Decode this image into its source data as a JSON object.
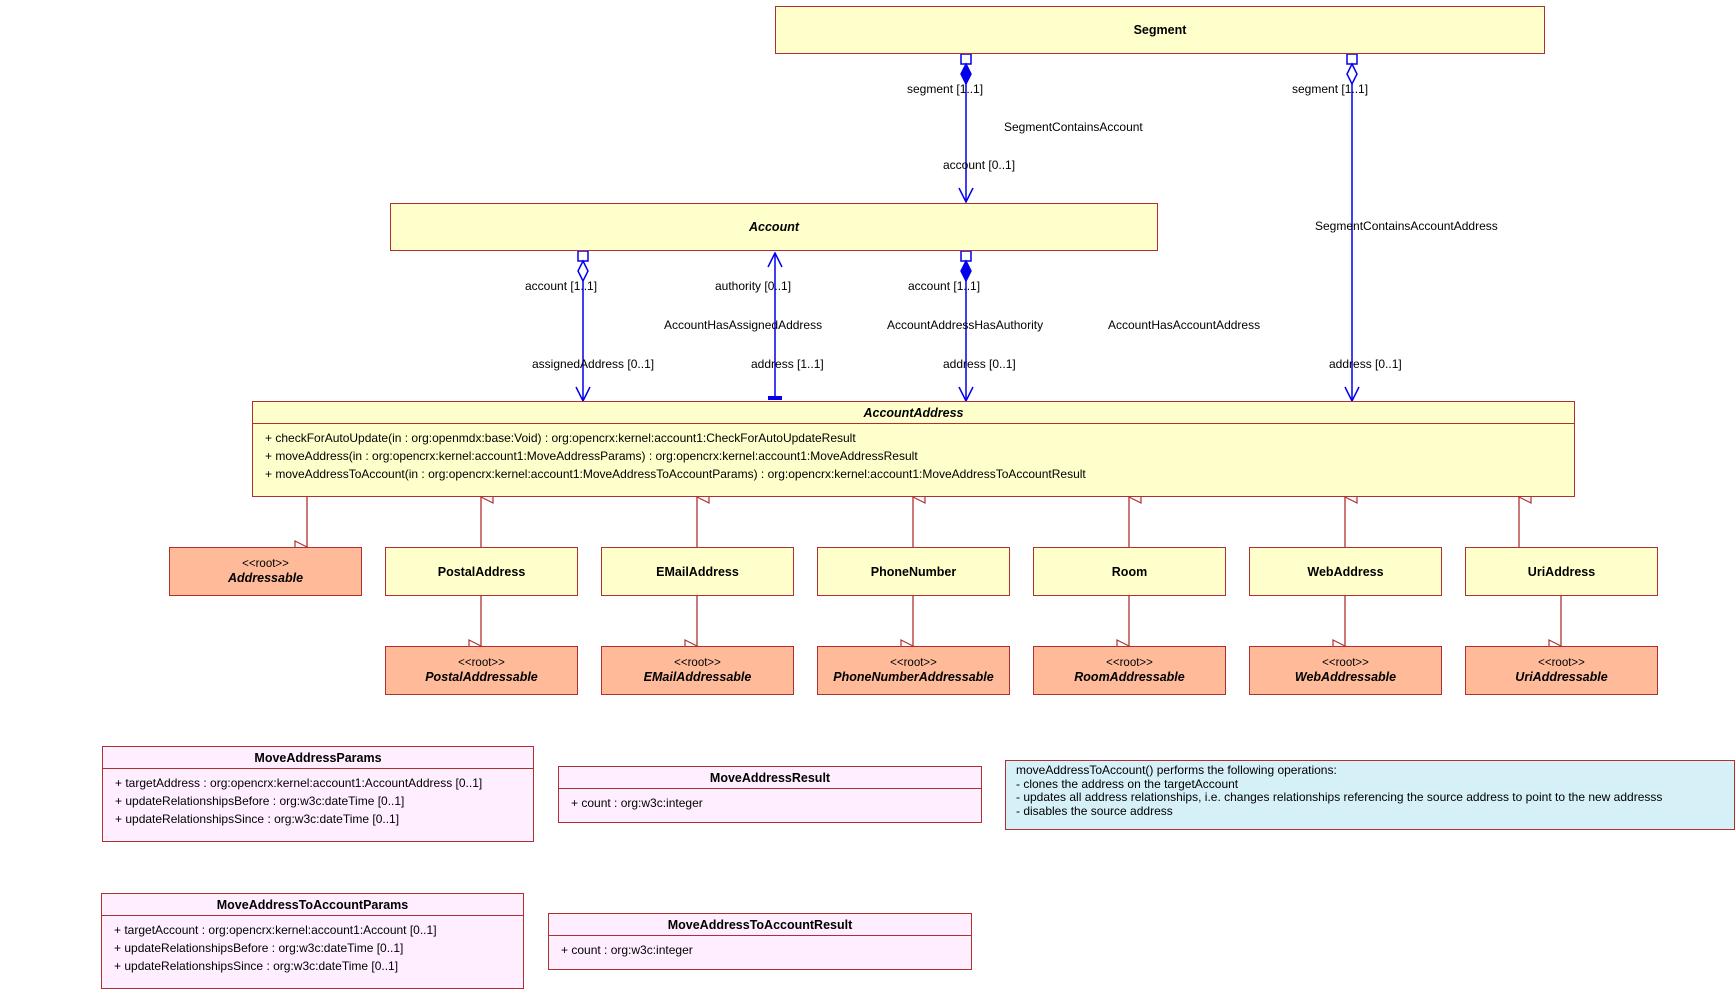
{
  "classes": {
    "segment": "Segment",
    "account": "Account",
    "account_address": "AccountAddress",
    "postal": "PostalAddress",
    "email": "EMailAddress",
    "phone": "PhoneNumber",
    "room": "Room",
    "web": "WebAddress",
    "uri": "UriAddress"
  },
  "account_address_ops": [
    "+ checkForAutoUpdate(in : org:openmdx:base:Void) : org:opencrx:kernel:account1:CheckForAutoUpdateResult",
    "+ moveAddress(in : org:opencrx:kernel:account1:MoveAddressParams) : org:opencrx:kernel:account1:MoveAddressResult",
    "+ moveAddressToAccount(in : org:opencrx:kernel:account1:MoveAddressToAccountParams) : org:opencrx:kernel:account1:MoveAddressToAccountResult"
  ],
  "stereotype": "<<root>>",
  "roots": {
    "addressable": "Addressable",
    "postal": "PostalAddressable",
    "email": "EMailAddressable",
    "phone": "PhoneNumberAddressable",
    "room": "RoomAddressable",
    "web": "WebAddressable",
    "uri": "UriAddressable"
  },
  "labels": {
    "seg_role_1": "segment [1..1]",
    "seg_role_2": "segment [1..1]",
    "assoc_seg_account": "SegmentContainsAccount",
    "account_role": "account [0..1]",
    "assoc_seg_address": "SegmentContainsAccountAddress",
    "acc_role_1": "account [1..1]",
    "authority_role": "authority [0..1]",
    "acc_role_2": "account [1..1]",
    "assoc_assigned": "AccountHasAssignedAddress",
    "assoc_authority": "AccountAddressHasAuthority",
    "assoc_account_address": "AccountHasAccountAddress",
    "assigned_role": "assignedAddress [0..1]",
    "address_role_1": "address [1..1]",
    "address_role_2": "address [0..1]",
    "address_role_3": "address [0..1]"
  },
  "datatypes": {
    "move_params": {
      "name": "MoveAddressParams",
      "attrs": [
        "+ targetAddress : org:opencrx:kernel:account1:AccountAddress [0..1]",
        "+ updateRelationshipsBefore : org:w3c:dateTime [0..1]",
        "+ updateRelationshipsSince : org:w3c:dateTime [0..1]"
      ]
    },
    "move_result": {
      "name": "MoveAddressResult",
      "attrs": [
        "+ count : org:w3c:integer"
      ]
    },
    "move_to_account_params": {
      "name": "MoveAddressToAccountParams",
      "attrs": [
        "+ targetAccount : org:opencrx:kernel:account1:Account [0..1]",
        "+ updateRelationshipsBefore : org:w3c:dateTime [0..1]",
        "+ updateRelationshipsSince : org:w3c:dateTime [0..1]"
      ]
    },
    "move_to_account_result": {
      "name": "MoveAddressToAccountResult",
      "attrs": [
        "+ count : org:w3c:integer"
      ]
    }
  },
  "note": [
    "moveAddressToAccount() performs the following operations:",
    "- clones the address on the targetAccount",
    "- updates all address relationships, i.e. changes relationships referencing the source address to point to the new addresss",
    "- disables the source address"
  ],
  "colors": {
    "association": "#0000ee",
    "generalization": "#b03030",
    "class_fill": "#ffffcc",
    "root_fill": "#ffbb99",
    "datatype_fill": "#ffeeff",
    "note_fill": "#d6f0f7"
  }
}
